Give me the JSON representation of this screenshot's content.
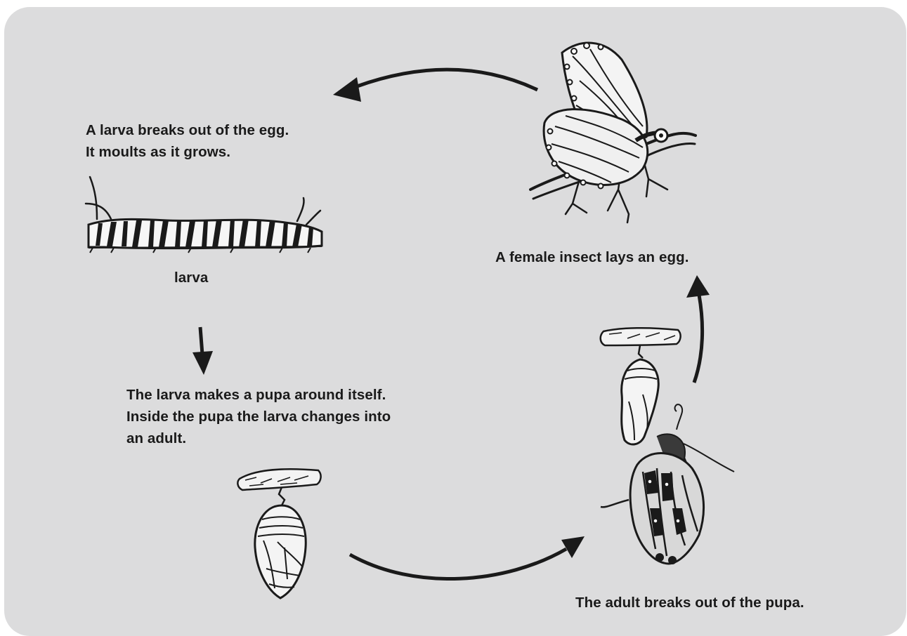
{
  "diagram": {
    "steps": {
      "egg": {
        "lines": [
          "A female insect lays an egg."
        ]
      },
      "larva": {
        "lines": [
          "A larva breaks out of the egg.",
          "It moults as it grows."
        ]
      },
      "larva_label": "larva",
      "pupa": {
        "lines": [
          "The larva makes a pupa around itself.",
          "Inside the pupa the larva changes into",
          "an adult."
        ]
      },
      "adult": {
        "lines": [
          "The adult breaks out of the pupa."
        ]
      }
    },
    "illustrations": [
      "butterfly-icon",
      "caterpillar-icon",
      "chrysalis-icon",
      "emerging-butterfly-icon"
    ],
    "colors": {
      "background": "#dcdcdd",
      "ink": "#1a1a1a"
    }
  }
}
